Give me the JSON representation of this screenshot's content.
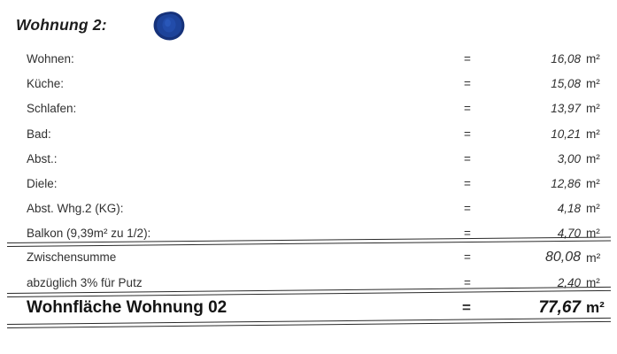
{
  "document": {
    "title": "Wohnung 2:",
    "stamp": {
      "name": "blue-ink-blot",
      "color": "#1d3c87"
    },
    "unit_symbol": "m²",
    "equals_symbol": "="
  },
  "rows": [
    {
      "label": "Wohnen:",
      "eq": "=",
      "value": "16,08",
      "unit": "m²"
    },
    {
      "label": "Küche:",
      "eq": "=",
      "value": "15,08",
      "unit": "m²"
    },
    {
      "label": "Schlafen:",
      "eq": "=",
      "value": "13,97",
      "unit": "m²"
    },
    {
      "label": "Bad:",
      "eq": "=",
      "value": "10,21",
      "unit": "m²"
    },
    {
      "label": "Abst.:",
      "eq": "=",
      "value": "3,00",
      "unit": "m²"
    },
    {
      "label": "Diele:",
      "eq": "=",
      "value": "12,86",
      "unit": "m²"
    },
    {
      "label": "Abst. Whg.2 (KG):",
      "eq": "=",
      "value": "4,18",
      "unit": "m²"
    },
    {
      "label": "Balkon (9,39m² zu 1/2):",
      "eq": "=",
      "value": "4,70",
      "unit": "m²"
    }
  ],
  "subtotal": {
    "label": "Zwischensumme",
    "eq": "=",
    "value": "80,08",
    "unit": "m²"
  },
  "deduction": {
    "label": "abzüglich 3% für Putz",
    "eq": "=",
    "value": "2,40",
    "unit": "m²"
  },
  "total": {
    "label": "Wohnfläche Wohnung 02",
    "eq": "=",
    "value": "77,67",
    "unit": "m²"
  }
}
